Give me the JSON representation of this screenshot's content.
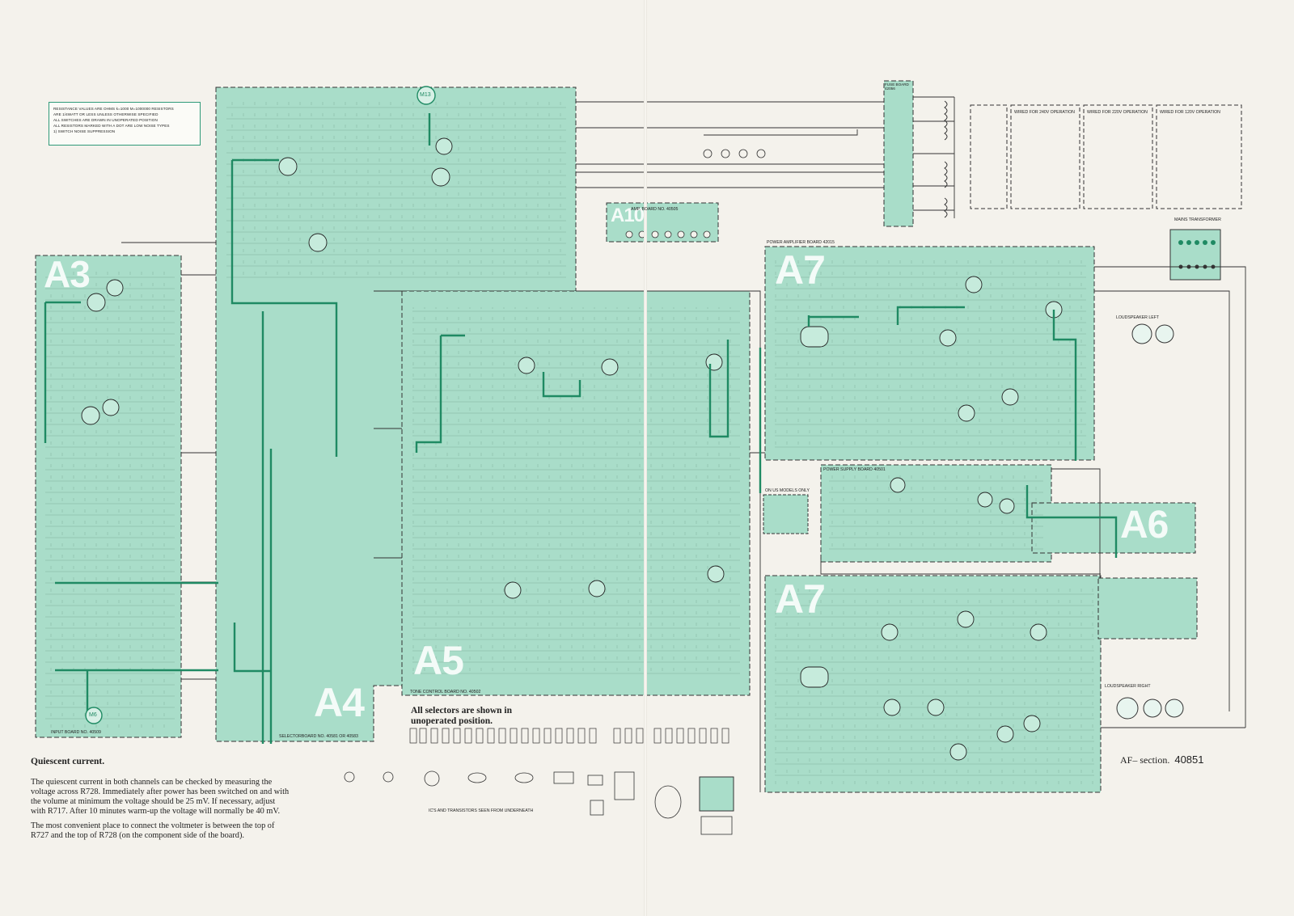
{
  "notes": {
    "lines": [
      "RESISTANCE VALUES ARE OHMS  k=1000  M=1000000  RESISTORS",
      "ARE 1/4WATT OR LESS UNLESS OTHERWISE SPECIFIED",
      "ALL SWITCHES ARE DRAWN IN UNOPERATED POSITION",
      "ALL RESISTORS MARKED WITH A DOT ARE   LOW NOISE TYPES",
      "1) SWITCH NOISE SUPPRESSION"
    ]
  },
  "boards": [
    {
      "id": "a3",
      "tag": "A3",
      "name": "INPUT BOARD NO. 40509"
    },
    {
      "id": "a4",
      "tag": "A4",
      "name": "SELECTORBOARD NO. 40581  OR 40583"
    },
    {
      "id": "a5",
      "tag": "A5",
      "name": "TONE CONTROL BOARD NO. 40502"
    },
    {
      "id": "a6",
      "tag": "A6",
      "name": ""
    },
    {
      "id": "a7-top",
      "tag": "A7",
      "name": "POWER AMPLIFIER BOARD 42015"
    },
    {
      "id": "a7-bottom",
      "tag": "A7",
      "name": ""
    },
    {
      "id": "a10",
      "tag": "A10",
      "name": "AMP. BOARD NO. 40505"
    }
  ],
  "power_supply_board": "POWER SUPPLY BOARD 40501",
  "fuse_board": "FUSE BOARD 42056",
  "mains_transformer": "MAINS TRANSFORMER",
  "wiring": [
    {
      "label": "WIRED FOR 240V OPERATION"
    },
    {
      "label": "WIRED FOR 220V OPERATION"
    },
    {
      "label": "WIRED FOR 120V OPERATION"
    }
  ],
  "meters": [
    {
      "id": "m13",
      "label": "M13"
    },
    {
      "id": "m6",
      "label": "M6"
    }
  ],
  "us_models": "ON US MODELS ONLY",
  "loudspeaker_left": "LOUDSPEAKER LEFT",
  "loudspeaker_right": "LOUDSPEAKER RIGHT",
  "quiescent": {
    "title": "Quiescent current.",
    "paragraph1": "The quiescent current in both channels can be checked by measuring the voltage across R728. Immediately after power has been switched on and with the volume at minimum the voltage should be 25 mV. If necessary, adjust with R717. After 10 minutes warm-up the voltage will normally be 40 mV.",
    "paragraph2": "The most convenient place to connect the voltmeter is between the top of R727 and the top of R728 (on the component side of the board)."
  },
  "selectors_note": "All selectors are shown in unoperated position.",
  "ic_note": "IC'S AND TRANSISTORS SEEN FROM UNDERNEATH",
  "section": {
    "label": "AF– section.",
    "number": "40851"
  },
  "colors": {
    "board_fill": "#a9ddc9",
    "trace": "#1f8a63",
    "accent": "#2f9a79"
  }
}
